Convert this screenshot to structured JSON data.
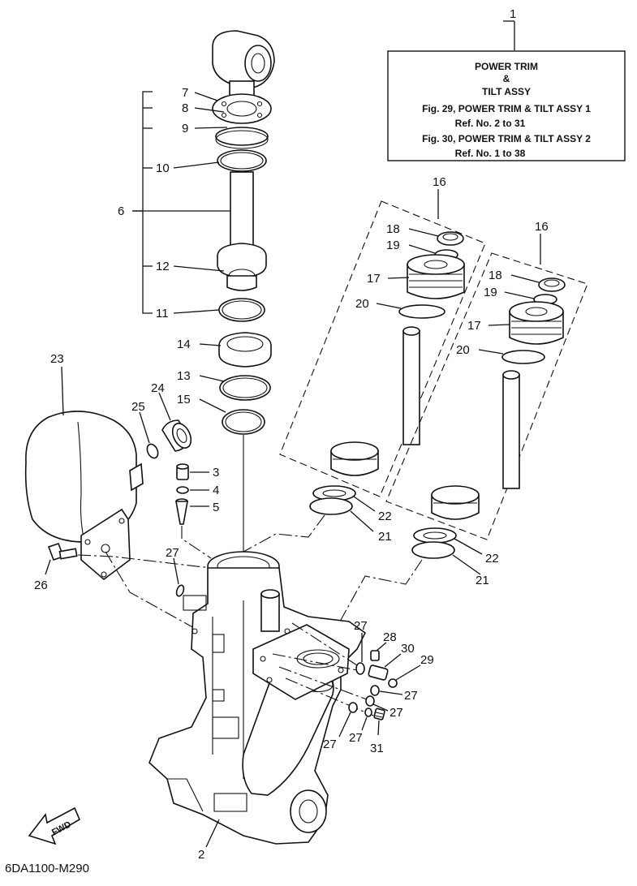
{
  "title_box": {
    "line1": "POWER TRIM",
    "line2": "&",
    "line3": "TILT ASSY",
    "ref1": "Fig. 29, POWER TRIM & TILT ASSY 1",
    "ref1_range": "Ref. No. 2 to 31",
    "ref2": "Fig. 30, POWER TRIM & TILT ASSY 2",
    "ref2_range": "Ref. No. 1 to 38"
  },
  "callouts": {
    "c1": "1",
    "c2": "2",
    "c3": "3",
    "c4": "4",
    "c5": "5",
    "c6": "6",
    "c7": "7",
    "c8": "8",
    "c9": "9",
    "c10": "10",
    "c11": "11",
    "c12": "12",
    "c13": "13",
    "c14": "14",
    "c15": "15",
    "c16a": "16",
    "c16b": "16",
    "c17a": "17",
    "c17b": "17",
    "c18a": "18",
    "c18b": "18",
    "c19a": "19",
    "c19b": "19",
    "c20a": "20",
    "c20b": "20",
    "c21a": "21",
    "c21b": "21",
    "c22a": "22",
    "c22b": "22",
    "c23": "23",
    "c24": "24",
    "c25": "25",
    "c26": "26",
    "c27a": "27",
    "c27b": "27",
    "c27c": "27",
    "c27d": "27",
    "c27e": "27",
    "c27f": "27",
    "c28": "28",
    "c29": "29",
    "c30": "30",
    "c31": "31"
  },
  "fwd_label": "FWD",
  "diagram_code": "6DA1100-M290"
}
